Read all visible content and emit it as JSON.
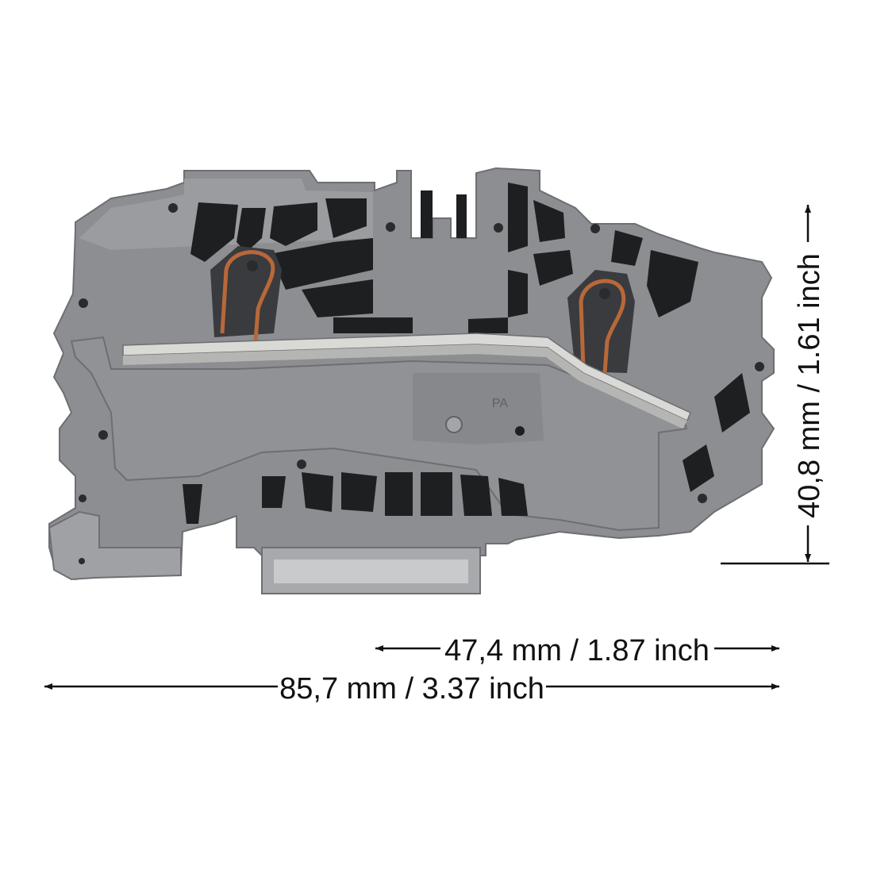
{
  "dimensions": {
    "height_label": "40,8 mm / 1.61 inch",
    "width_inner_label": "47,4 mm / 1.87 inch",
    "width_outer_label": "85,7 mm / 3.37 inch"
  },
  "part_marking": "PA",
  "colors": {
    "housing": "#8c8e91",
    "housing_shadow": "#5a5c5f",
    "cavity": "#1e1f21",
    "busbar": "#d9d9d6",
    "spring": "#b8683a",
    "dimension_line": "#111111"
  },
  "icons": [
    "arrow-left-icon",
    "arrow-right-icon",
    "arrow-up-icon",
    "arrow-down-icon"
  ]
}
